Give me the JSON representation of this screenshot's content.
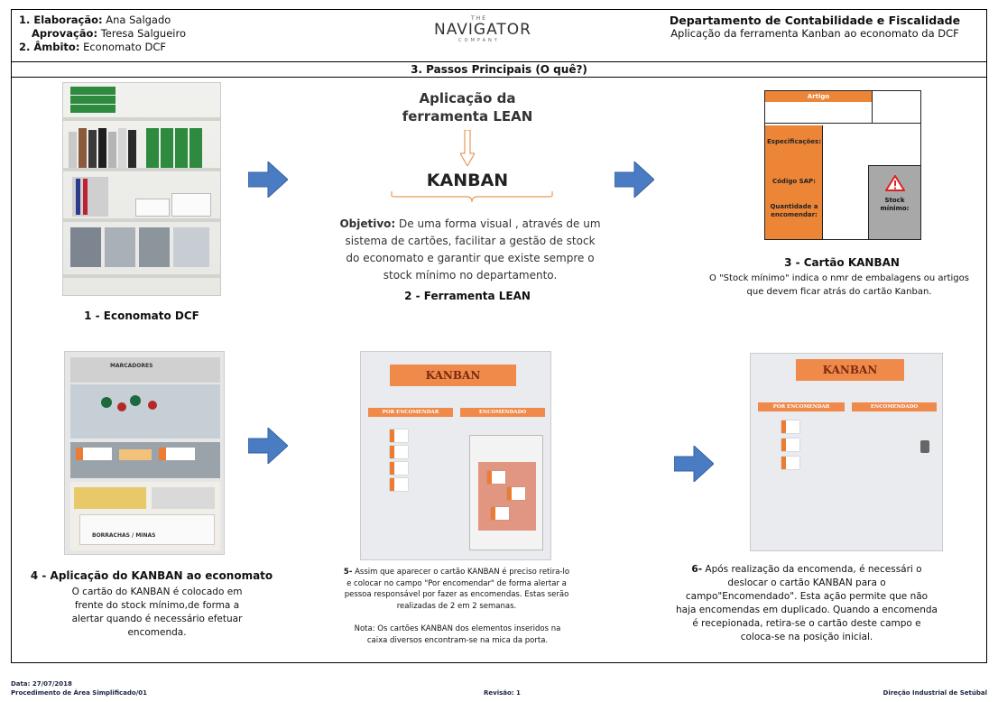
{
  "header": {
    "elaboracao_label": "1. Elaboração:",
    "elaboracao_value": "Ana Salgado",
    "aprovacao_label": "Aprovação:",
    "aprovacao_value": "Teresa Salgueiro",
    "ambito_label": "2. Âmbito:",
    "ambito_value": "Economato DCF",
    "logo_the": "THE",
    "logo_name": "NAVIGATOR",
    "logo_company": "COMPANY",
    "department": "Departamento de Contabilidade e Fiscalidade",
    "subtitle": "Aplicação da ferramenta Kanban ao economato da DCF"
  },
  "section_title": "3. Passos Principais (O quê?)",
  "step1": {
    "caption": "1 - Economato DCF"
  },
  "step2": {
    "heading_line1": "Aplicação da",
    "heading_line2": "ferramenta LEAN",
    "kanban_word": "KANBAN",
    "objective_label": "Objetivo:",
    "objective_text": "De uma forma visual , através de um sistema de cartões, facilitar a gestão de stock do economato e garantir que existe sempre o stock mínimo no departamento.",
    "caption": "2 - Ferramenta LEAN"
  },
  "step3": {
    "card": {
      "artigo": "Artigo",
      "especificacoes": "Especificações:",
      "codigo_sap": "Código SAP:",
      "quantidade": "Quantidade a encomendar:",
      "stock_minimo": "Stock mínimo:"
    },
    "caption": "3 - Cartão KANBAN",
    "description": "O \"Stock mínimo\" indica o nmr de embalagens ou artigos que devem ficar atrás do cartão Kanban."
  },
  "step4": {
    "photo_label_top": "MARCADORES",
    "photo_label_bottom": "BORRACHAS / MINAS",
    "caption": "4 - Aplicação do KANBAN ao economato",
    "description": "O cartão do KANBAN é colocado em frente do stock mínimo,de forma a alertar quando é necessário efetuar encomenda."
  },
  "step5": {
    "board_title": "KANBAN",
    "col_left": "POR ENCOMENDAR",
    "col_right": "ENCOMENDADO",
    "text_num": "5-",
    "text": "Assim que aparecer o cartão KANBAN é preciso retira-lo e colocar no campo \"Por encomendar\" de forma alertar a pessoa responsável por fazer as encomendas. Estas serão realizadas de 2 em 2 semanas.",
    "note": "Nota: Os cartões KANBAN dos elementos inseridos na caixa diversos encontram-se na mica da porta."
  },
  "step6": {
    "board_title": "KANBAN",
    "col_left": "POR ENCOMENDAR",
    "col_right": "ENCOMENDADO",
    "text_num": "6-",
    "text": "Após realização da encomenda, é necessári o deslocar o cartão KANBAN para o campo\"Encomendado\". Esta ação permite que não haja encomendas em duplicado. Quando a encomenda é recepionada, retira-se o cartão deste campo e coloca-se na posição inicial."
  },
  "footer": {
    "data": "Data: 27/07/2018",
    "procedimento": "Procedimento de Área Simplificado/01",
    "revisao": "Revisão: 1",
    "direcao": "Direção Industrial de Setúbal"
  },
  "colors": {
    "arrow": "#4a7cc4",
    "kanban_orange": "#ed8537",
    "border": "#000000"
  }
}
